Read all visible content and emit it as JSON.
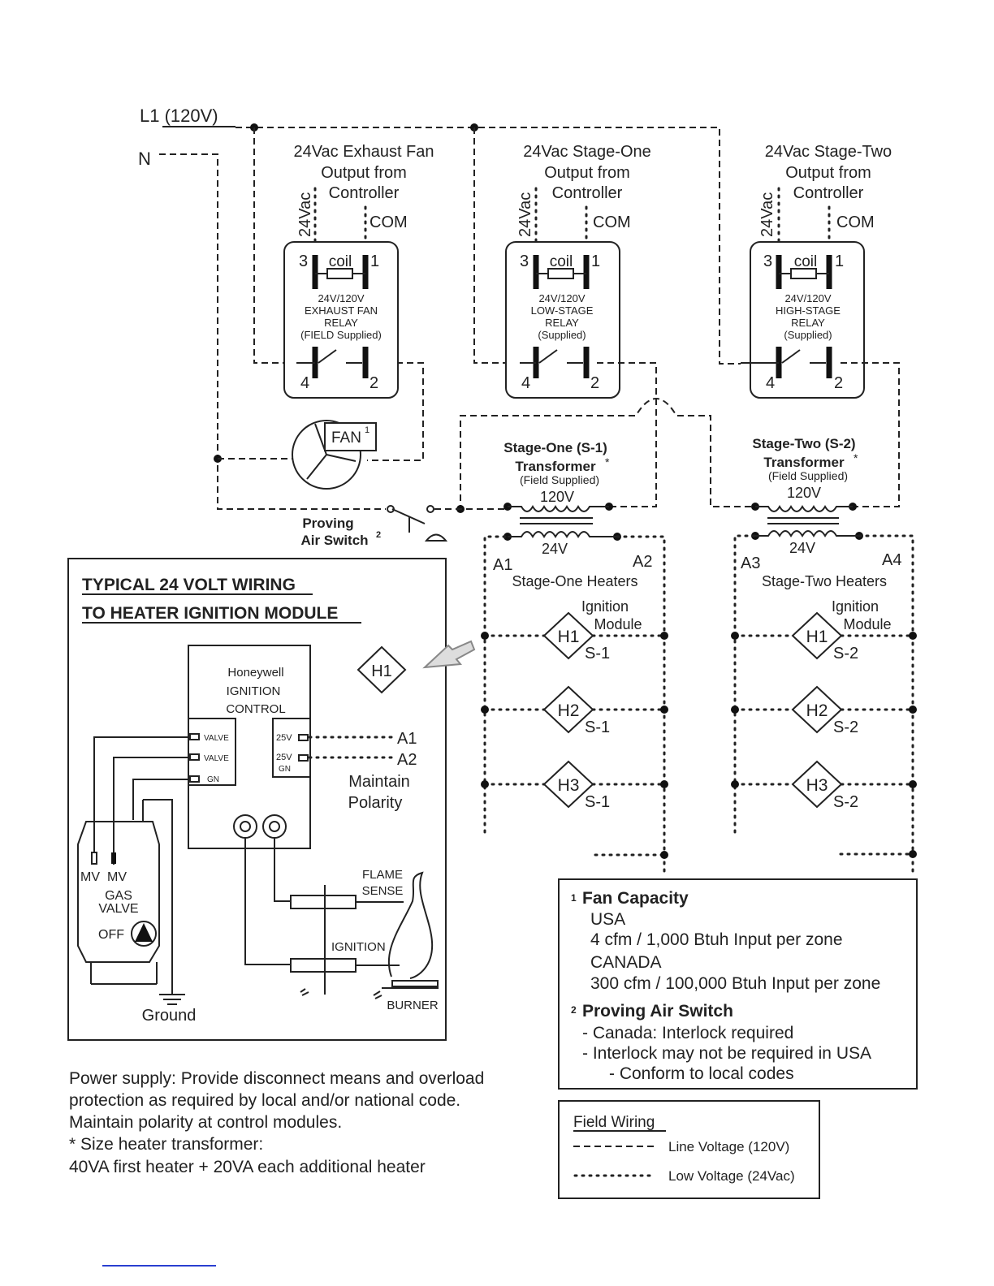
{
  "supply": {
    "l1": "L1 (120V)",
    "n": "N"
  },
  "outputs": [
    {
      "line1": "24Vac Exhaust Fan",
      "line2": "Output from",
      "line3": "Controller",
      "v": "24Vac",
      "com": "COM"
    },
    {
      "line1": "24Vac Stage-One",
      "line2": "Output from",
      "line3": "Controller",
      "v": "24Vac",
      "com": "COM"
    },
    {
      "line1": "24Vac Stage-Two",
      "line2": "Output from",
      "line3": "Controller",
      "v": "24Vac",
      "com": "COM"
    }
  ],
  "relays": [
    {
      "t3": "3",
      "t1": "1",
      "t4": "4",
      "t2": "2",
      "coil": "coil",
      "l1": "24V/120V",
      "l2": "EXHAUST FAN",
      "l3": "RELAY",
      "l4": "(FIELD Supplied)"
    },
    {
      "t3": "3",
      "t1": "1",
      "t4": "4",
      "t2": "2",
      "coil": "coil",
      "l1": "24V/120V",
      "l2": "LOW-STAGE",
      "l3": "RELAY",
      "l4": "(Supplied)"
    },
    {
      "t3": "3",
      "t1": "1",
      "t4": "4",
      "t2": "2",
      "coil": "coil",
      "l1": "24V/120V",
      "l2": "HIGH-STAGE",
      "l3": "RELAY",
      "l4": "(Supplied)"
    }
  ],
  "fan": {
    "label": "FAN",
    "sup": "1"
  },
  "proving_switch": {
    "line1": "Proving",
    "line2": "Air Switch",
    "sup": "2"
  },
  "transformers": [
    {
      "title1": "Stage-One (S-1)",
      "title2": "Transformer",
      "star": "*",
      "sub": "(Field Supplied)",
      "primary": "120V",
      "secondary": "24V"
    },
    {
      "title1": "Stage-Two (S-2)",
      "title2": "Transformer",
      "star": "*",
      "sub": "(Field Supplied)",
      "primary": "120V",
      "secondary": "24V"
    }
  ],
  "stages": [
    {
      "ta": "A1",
      "tb": "A2",
      "title": "Stage-One Heaters",
      "ign1": "Ignition",
      "ign2": "Module",
      "heaters": [
        {
          "id": "H1",
          "s": "S-1"
        },
        {
          "id": "H2",
          "s": "S-1"
        },
        {
          "id": "H3",
          "s": "S-1"
        }
      ]
    },
    {
      "ta": "A3",
      "tb": "A4",
      "title": "Stage-Two Heaters",
      "ign1": "Ignition",
      "ign2": "Module",
      "heaters": [
        {
          "id": "H1",
          "s": "S-2"
        },
        {
          "id": "H2",
          "s": "S-2"
        },
        {
          "id": "H3",
          "s": "S-2"
        }
      ]
    }
  ],
  "detail": {
    "title1": "TYPICAL 24 VOLT WIRING",
    "title2": "TO HEATER IGNITION MODULE",
    "ctrl1": "Honeywell",
    "ctrl2": "IGNITION",
    "ctrl3": "CONTROL",
    "valve1": "VALVE",
    "valve2": "VALVE",
    "gn": "GN",
    "v25a": "25V",
    "v25b": "25V",
    "gn2": "GN",
    "a1": "A1",
    "a2": "A2",
    "maintain1": "Maintain",
    "maintain2": "Polarity",
    "h1": "H1",
    "mv1": "MV",
    "mv2": "MV",
    "gas1": "GAS",
    "gas2": "VALVE",
    "off": "OFF",
    "ground": "Ground",
    "flame1": "FLAME",
    "flame2": "SENSE",
    "ignition": "IGNITION",
    "burner": "BURNER"
  },
  "notes_box": {
    "n1_sup": "1",
    "n1_title": "Fan Capacity",
    "usa": "USA",
    "usa_val": "4 cfm / 1,000 Btuh Input per zone",
    "canada": "CANADA",
    "canada_val": "300 cfm / 100,000 Btuh Input per zone",
    "n2_sup": "2",
    "n2_title": "Proving Air Switch",
    "n2_l1": "- Canada: Interlock required",
    "n2_l2": "- Interlock may not be required in USA",
    "n2_l3": "- Conform to local codes"
  },
  "legend": {
    "title": "Field Wiring",
    "line": "Line Voltage (120V)",
    "low": "Low Voltage (24Vac)"
  },
  "power_note": [
    "Power supply: Provide disconnect means and overload",
    "protection as required by local and/or national code.",
    "Maintain polarity at control modules.",
    "* Size heater transformer:",
    "40VA first heater + 20VA each additional heater"
  ]
}
